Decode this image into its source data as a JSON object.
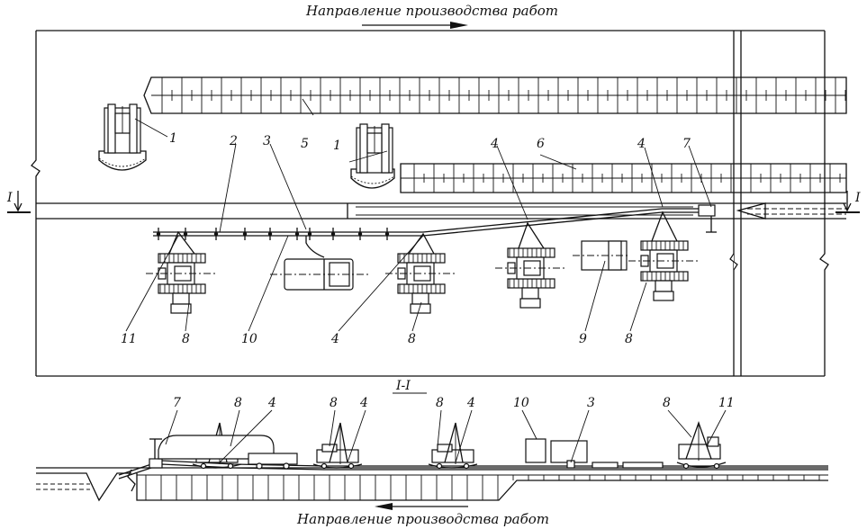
{
  "direction_top": "Направление производства работ",
  "direction_bottom": "Направление производства работ",
  "section_label": "I-I",
  "section_mark": "I",
  "plan_callouts": {
    "c1a": "1",
    "c1b": "1",
    "c2": "2",
    "c3": "3",
    "c5": "5",
    "c4a": "4",
    "c6": "6",
    "c4b": "4",
    "c7": "7",
    "c11": "11",
    "c8a": "8",
    "c10": "10",
    "c4c": "4",
    "c8b": "8",
    "c9": "9",
    "c8c": "8"
  },
  "section_callouts": {
    "s7": "7",
    "s8a": "8",
    "s4a": "4",
    "s8b": "8",
    "s4b": "4",
    "s8c": "8",
    "s4c": "4",
    "s10": "10",
    "s3": "3",
    "s8d": "8",
    "s11": "11"
  }
}
